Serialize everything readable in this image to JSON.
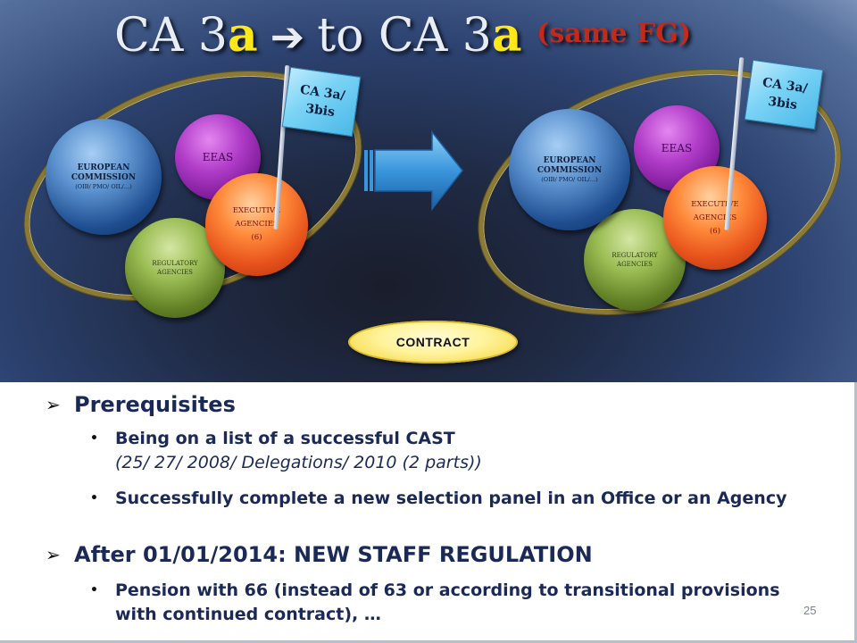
{
  "title": {
    "part1": "CA 3",
    "a1": "a",
    "arrow": "➔",
    "part2": "to CA 3",
    "a2": "a",
    "same_fg": "(same FG)"
  },
  "diagram": {
    "left_group": {
      "flag": [
        "CA 3a/",
        "3bis"
      ],
      "ec": [
        "EUROPEAN",
        "COMMISSION",
        "(OIB/ PMO/ OIL/…)"
      ],
      "eeas": "EEAS",
      "exec": [
        "EXECUTIVE",
        "AGENCIES",
        "(6)"
      ],
      "reg": [
        "REGULATORY",
        "AGENCIES"
      ]
    },
    "right_group": {
      "flag": [
        "CA 3a/",
        "3bis"
      ],
      "ec": [
        "EUROPEAN",
        "COMMISSION",
        "(OIB/ PMO/ OIL/…)"
      ],
      "eeas": "EEAS",
      "exec": [
        "EXECUTIVE",
        "AGENCIES",
        "(6)"
      ],
      "reg": [
        "REGULATORY",
        "AGENCIES"
      ]
    },
    "contract_label": "CONTRACT",
    "colors": {
      "background": "#2c4270",
      "oval_border": "#8a7a35",
      "ec_ball": "#1e4d8f",
      "eeas_ball": "#b03cc8",
      "exec_ball": "#e8541c",
      "reg_ball": "#607f25",
      "flag": "#7cd4f6",
      "arrow": "#3a96dc",
      "contract": "#fff39a"
    },
    "icons": [
      "flag-icon",
      "right-arrow-icon"
    ]
  },
  "content": {
    "prereq_title": "Prerequisites",
    "prereq_item1_line1": "Being on a list of a successful CAST",
    "prereq_item1_line2": "(25/ 27/ 2008/ Delegations/ 2010 (2 parts))",
    "prereq_item2": "Successfully complete a new selection panel in an Office or an Agency",
    "after_title": "After 01/01/2014: NEW STAFF REGULATION",
    "after_item1": "Pension with 66 (instead of 63 or according to transitional provisions with continued contract), …"
  },
  "page_number": "25"
}
